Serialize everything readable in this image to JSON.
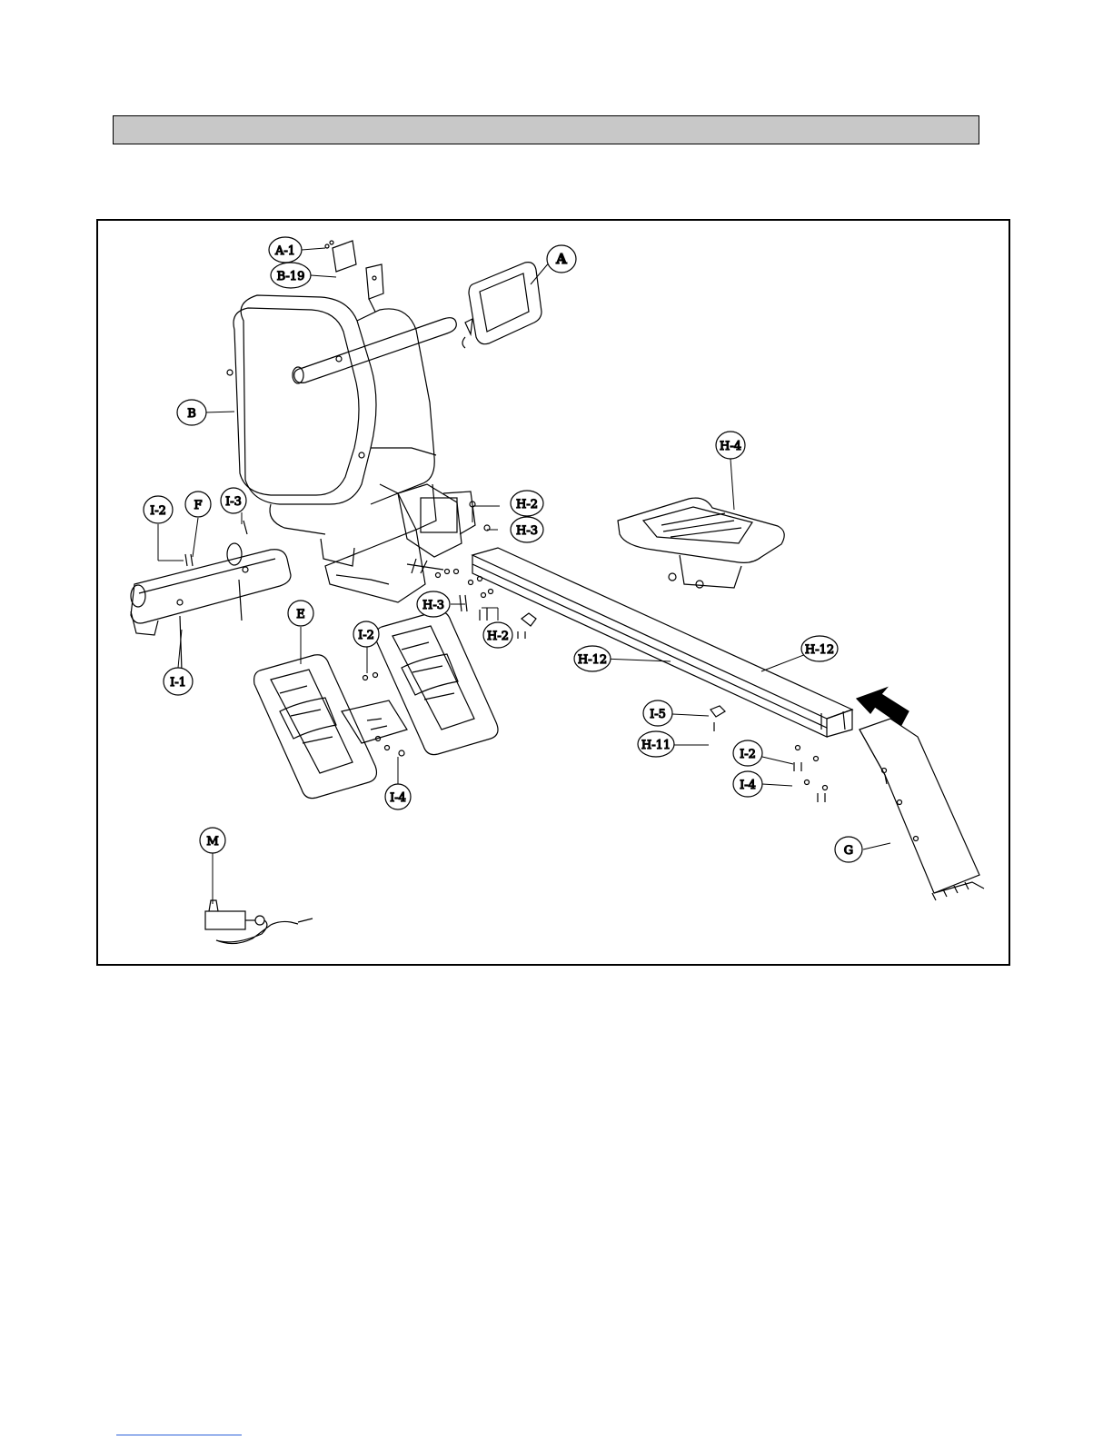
{
  "header": {
    "text": ""
  },
  "diagram": {
    "labels": {
      "A": "A",
      "A1": "A-1",
      "B": "B",
      "B19": "B-19",
      "E": "E",
      "F": "F",
      "G": "G",
      "H2a": "H-2",
      "H2b": "H-2",
      "H3a": "H-3",
      "H3b": "H-3",
      "H4": "H-4",
      "H11": "H-11",
      "H12a": "H-12",
      "H12b": "H-12",
      "I1": "I-1",
      "I2a": "I-2",
      "I2b": "I-2",
      "I2c": "I-2",
      "I3": "I-3",
      "I4a": "I-4",
      "I4b": "I-4",
      "I5": "I-5",
      "M": "M"
    }
  },
  "colors": {
    "line": "#000000",
    "bar": "#c8c8c8",
    "link": "#2b5fd9"
  }
}
